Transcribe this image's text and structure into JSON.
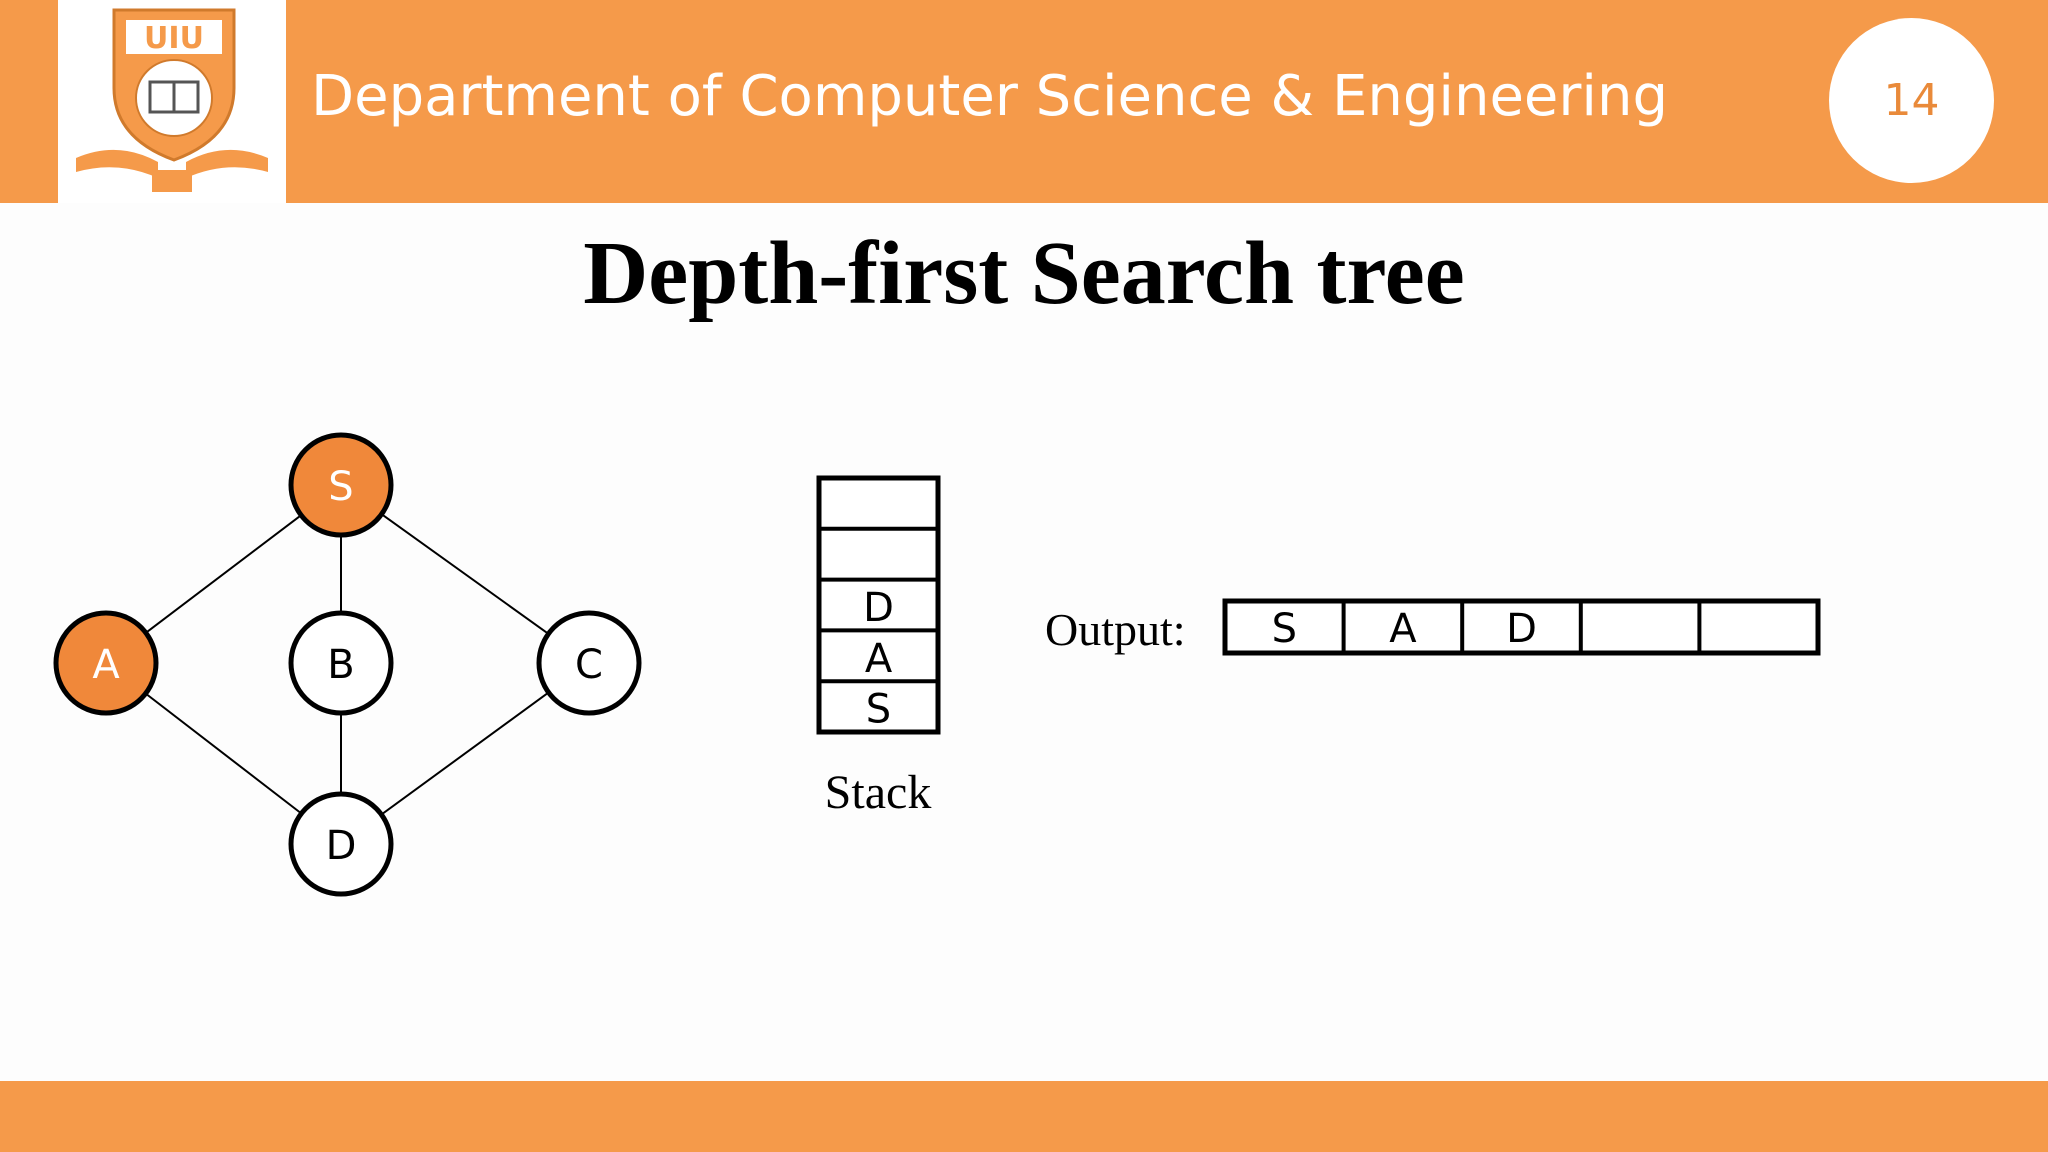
{
  "header": {
    "department": "Department of Computer Science & Engineering",
    "page_number": "14",
    "logo": {
      "name": "UIU university crest",
      "text": "UIU"
    }
  },
  "slide": {
    "title": "Depth-first Search tree"
  },
  "graph": {
    "nodes": [
      {
        "id": "S",
        "label": "S",
        "visited": true
      },
      {
        "id": "A",
        "label": "A",
        "visited": true
      },
      {
        "id": "B",
        "label": "B",
        "visited": false
      },
      {
        "id": "C",
        "label": "C",
        "visited": false
      },
      {
        "id": "D",
        "label": "D",
        "visited": false
      }
    ],
    "edges": [
      [
        "S",
        "A"
      ],
      [
        "S",
        "B"
      ],
      [
        "S",
        "C"
      ],
      [
        "A",
        "D"
      ],
      [
        "B",
        "D"
      ],
      [
        "C",
        "D"
      ]
    ]
  },
  "stack": {
    "label": "Stack",
    "cells": [
      "",
      "",
      "D",
      "A",
      "S"
    ]
  },
  "output": {
    "label": "Output:",
    "cells": [
      "S",
      "A",
      "D",
      "",
      ""
    ]
  },
  "colors": {
    "accent": "#f59a4a",
    "visited_fill": "#f0883a",
    "page_number": "#e98a3a"
  }
}
